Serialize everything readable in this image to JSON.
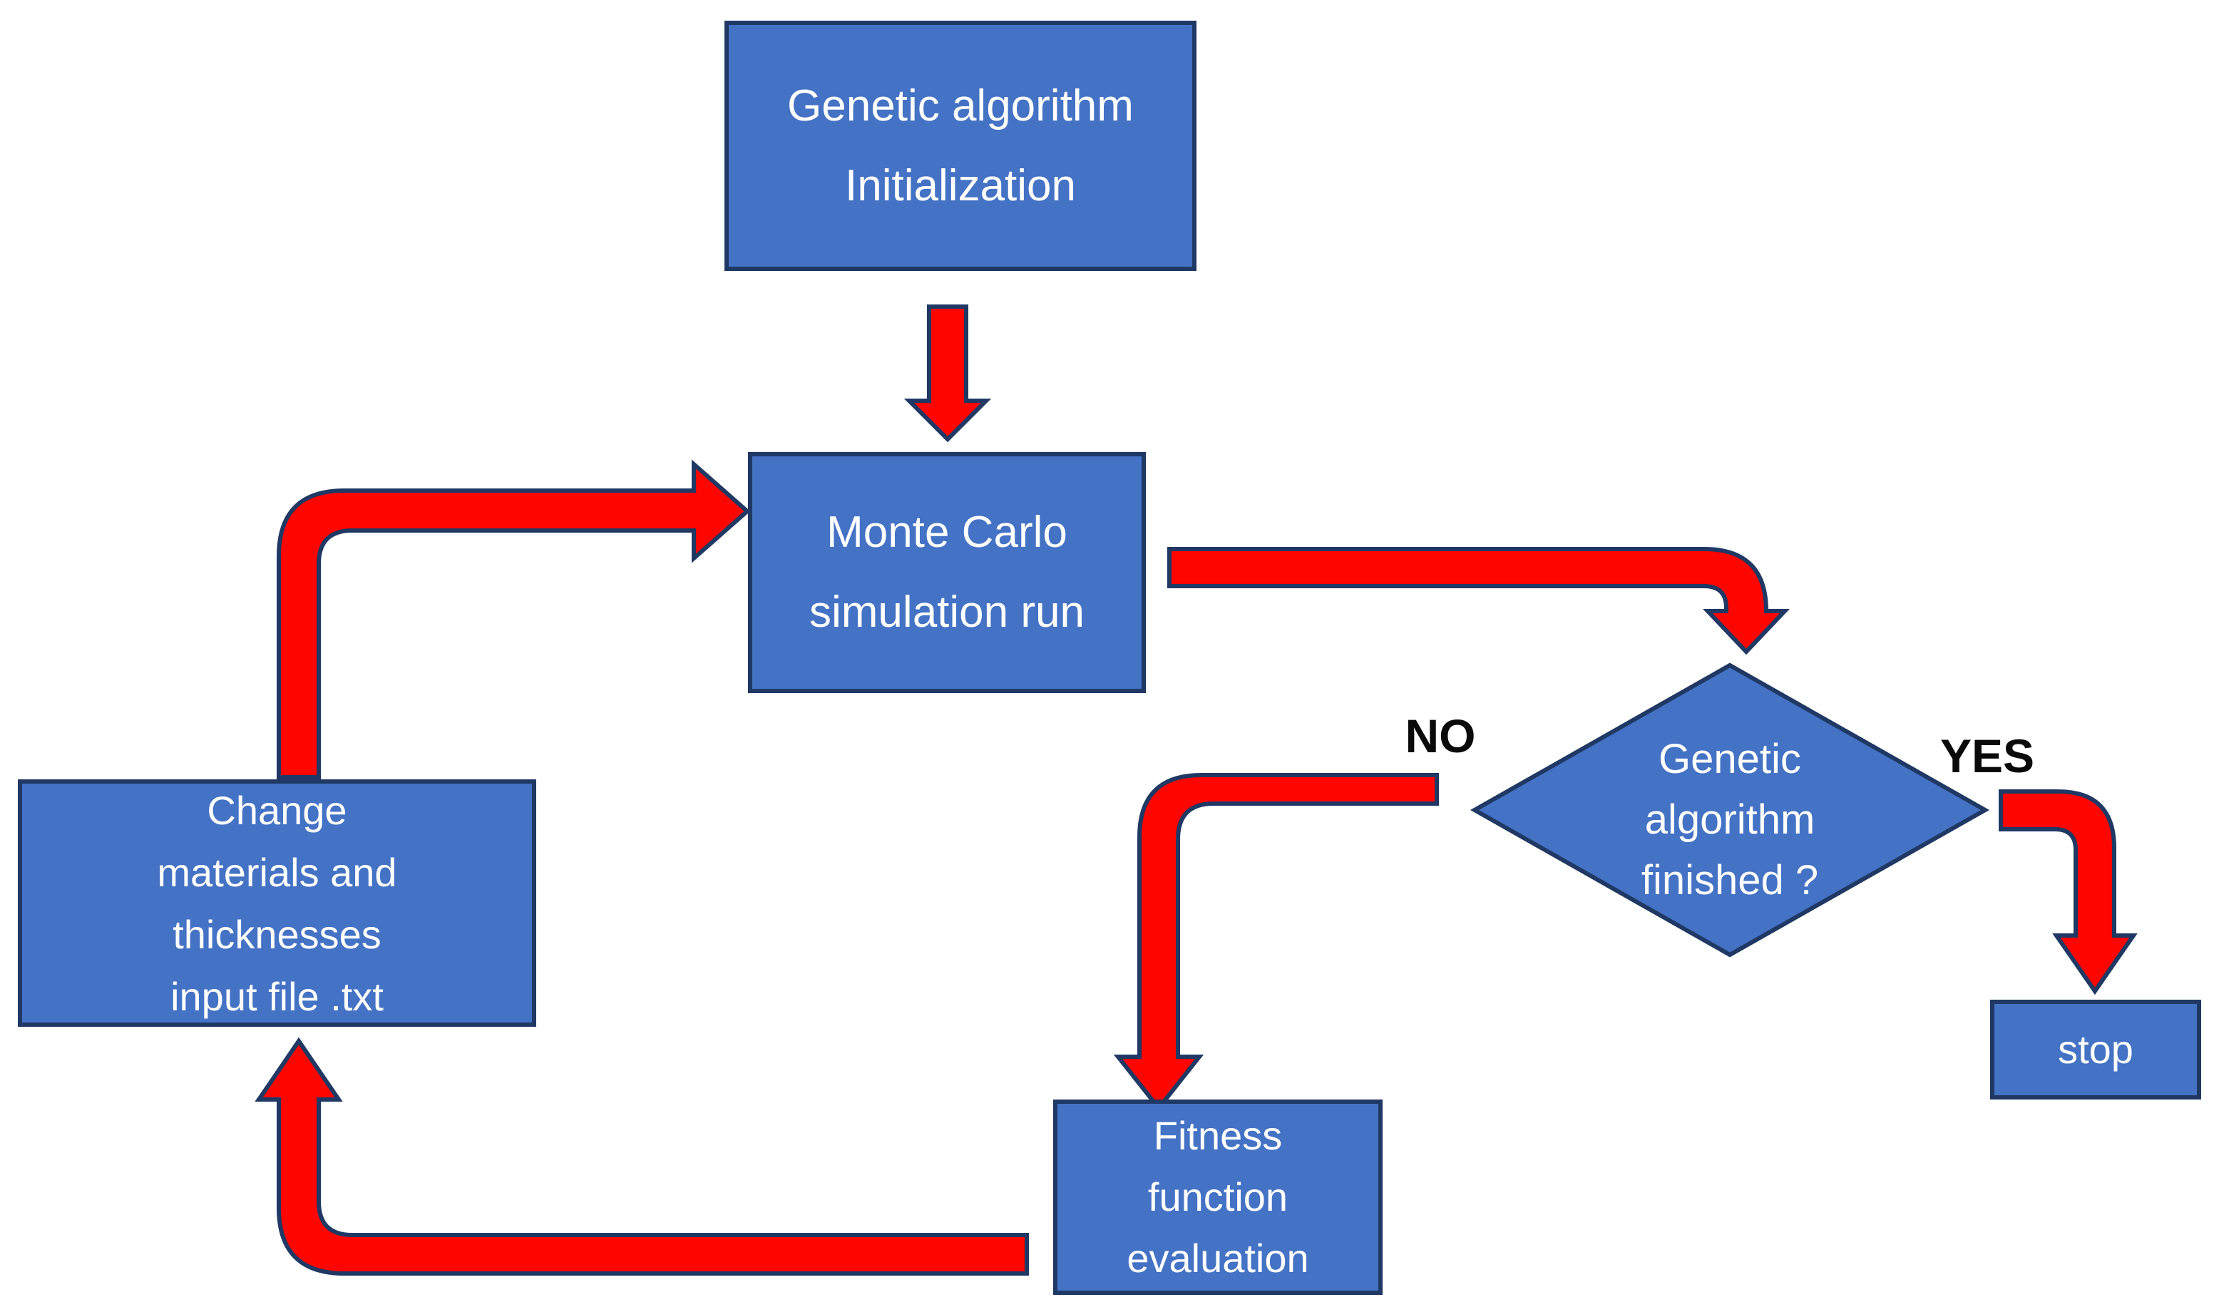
{
  "colors": {
    "node_fill": "#4472C4",
    "node_border": "#1F3864",
    "arrow_fill": "#FE0500",
    "arrow_outline": "#1F3864",
    "node_text": "#FFFFFF",
    "label_text": "#0A0A0A",
    "background": "#FFFFFF"
  },
  "nodes": {
    "init": {
      "lines": [
        "Genetic algorithm",
        "Initialization"
      ]
    },
    "monte_carlo": {
      "lines": [
        "Monte Carlo",
        "simulation run"
      ]
    },
    "decision": {
      "lines": [
        "Genetic",
        "algorithm",
        "finished ?"
      ]
    },
    "change": {
      "lines": [
        "Change",
        "materials and",
        "thicknesses",
        "input file .txt"
      ]
    },
    "fitness": {
      "lines": [
        "Fitness",
        "function",
        "evaluation"
      ]
    },
    "stop": {
      "lines": [
        "stop"
      ]
    }
  },
  "labels": {
    "no": "NO",
    "yes": "YES"
  },
  "arrows": [
    {
      "from": "init",
      "to": "monte_carlo"
    },
    {
      "from": "change",
      "to": "monte_carlo"
    },
    {
      "from": "monte_carlo",
      "to": "decision"
    },
    {
      "from": "decision",
      "to": "fitness",
      "branch": "NO"
    },
    {
      "from": "decision",
      "to": "stop",
      "branch": "YES"
    },
    {
      "from": "fitness",
      "to": "change"
    }
  ]
}
